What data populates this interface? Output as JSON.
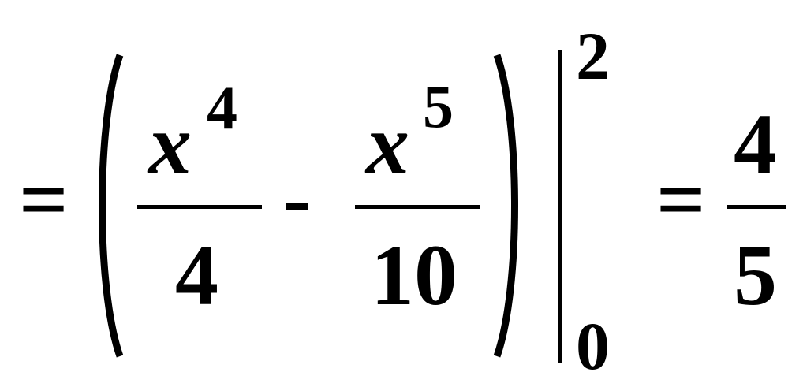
{
  "expression": {
    "leading_equals": "=",
    "term1": {
      "numerator_base": "x",
      "numerator_exponent": "4",
      "denominator": "4"
    },
    "operator": "-",
    "term2": {
      "numerator_base": "x",
      "numerator_exponent": "5",
      "denominator": "10"
    },
    "evaluation_bounds": {
      "upper": "2",
      "lower": "0"
    },
    "result_equals": "=",
    "result": {
      "numerator": "4",
      "denominator": "5"
    }
  }
}
